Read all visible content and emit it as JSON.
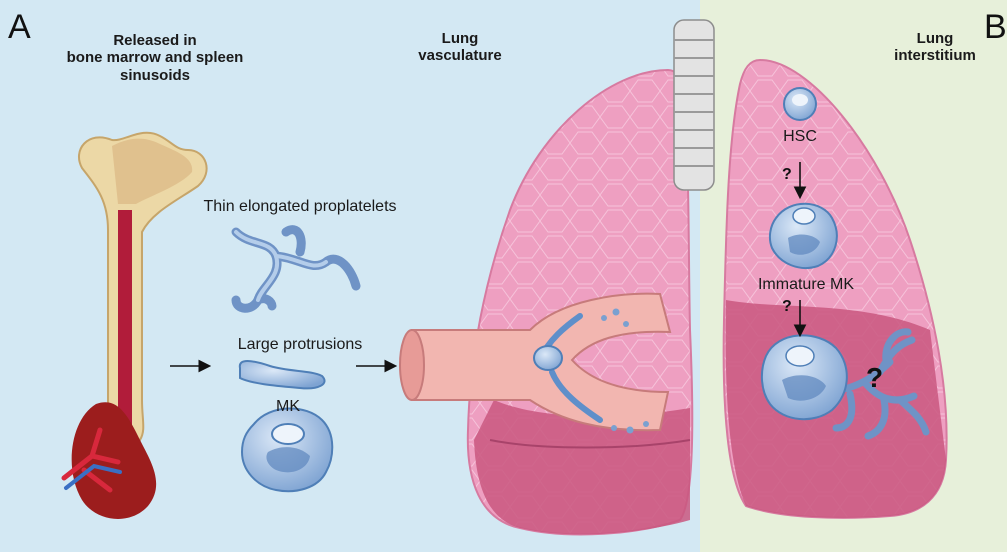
{
  "panels": {
    "a": {
      "letter": "A",
      "background": "#d3e8f3"
    },
    "b": {
      "letter": "B",
      "background": "#e7f0da"
    }
  },
  "labels": {
    "release_line1": "Released in",
    "release_line2": "bone marrow and spleen",
    "release_line3": "sinusoids",
    "lung_vasc_line1": "Lung",
    "lung_vasc_line2": "vasculature",
    "lung_int_line1": "Lung",
    "lung_int_line2": "interstitium",
    "proplatelets": "Thin elongated proplatelets",
    "protrusions": "Large protrusions",
    "mk": "MK",
    "hsc": "HSC",
    "immature_mk": "Immature MK",
    "question": "?"
  },
  "colors": {
    "lung_pink": "#ee9fc1",
    "lung_dark": "#c9577f",
    "cell_blue": "#8fb3dd",
    "cell_outline": "#4f7fb7",
    "vessel": "#f2b6b0",
    "bone": "#ecd8a6",
    "marrow": "#b11c3a",
    "spleen": "#9c1d1d"
  },
  "icons": [
    "femur-bone-icon",
    "spleen-icon",
    "lung-icon",
    "blood-vessel-icon",
    "trachea-icon",
    "cell-icon",
    "arrow-icon"
  ]
}
